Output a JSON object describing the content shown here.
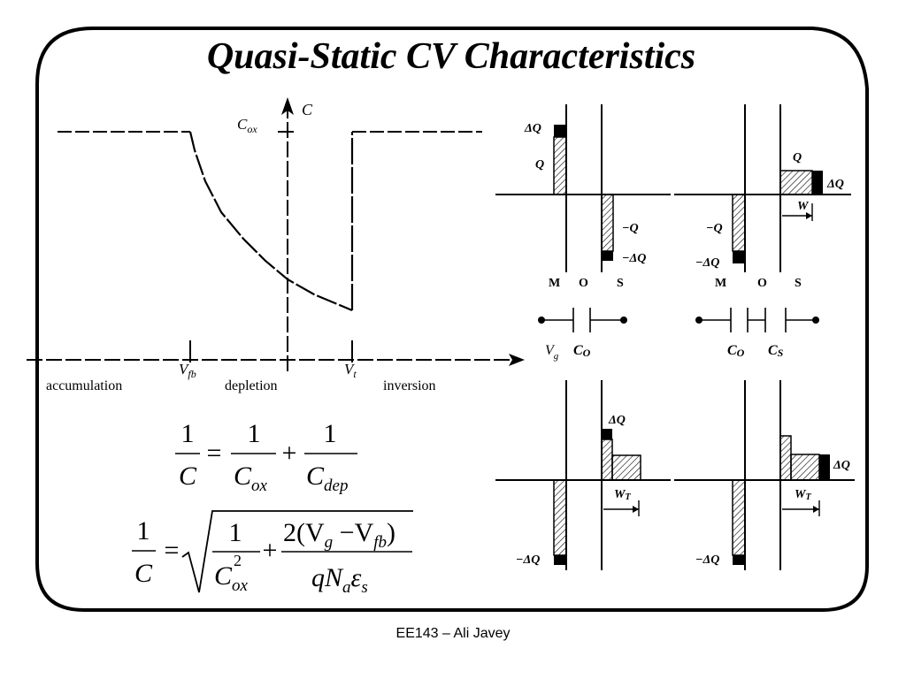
{
  "title": "Quasi-Static CV Characteristics",
  "footer": "EE143 – Ali Javey",
  "cv_plot": {
    "y_axis_label": "C",
    "cox_label": "C",
    "cox_sub": "ox",
    "vfb_label": "V",
    "vfb_sub": "fb",
    "vt_label": "V",
    "vt_sub": "t",
    "regions": [
      "accumulation",
      "depletion",
      "inversion"
    ]
  },
  "equations": {
    "eq1": {
      "lhs_num": "1",
      "lhs_den": "C",
      "eq": "=",
      "t1_num": "1",
      "t1_den": "C",
      "t1_den_sub": "ox",
      "plus": "+",
      "t2_num": "1",
      "t2_den": "C",
      "t2_den_sub": "dep"
    },
    "eq2": {
      "lhs_num": "1",
      "lhs_den": "C",
      "eq": "=",
      "t1_num": "1",
      "t1_den": "C",
      "t1_den_sub": "ox",
      "t1_den_sup": "2",
      "plus": "+",
      "t2_num_a": "2(V",
      "t2_num_g": "g",
      "t2_num_b": " −V",
      "t2_num_fb": "fb",
      "t2_num_c": ")",
      "t2_den_q": "qN",
      "t2_den_a": "a",
      "t2_den_eps": "ε",
      "t2_den_s": "s"
    }
  },
  "charge_diagrams": {
    "dq": "ΔQ",
    "q": "Q",
    "neg_q": "−Q",
    "neg_dq": "−ΔQ",
    "w": "W",
    "wt": "W",
    "wt_sub": "T",
    "m": "M",
    "o": "O",
    "s": "S",
    "vg": "V",
    "vg_sub": "g",
    "co": "C",
    "co_sub": "O",
    "cs": "C",
    "cs_sub": "S"
  }
}
